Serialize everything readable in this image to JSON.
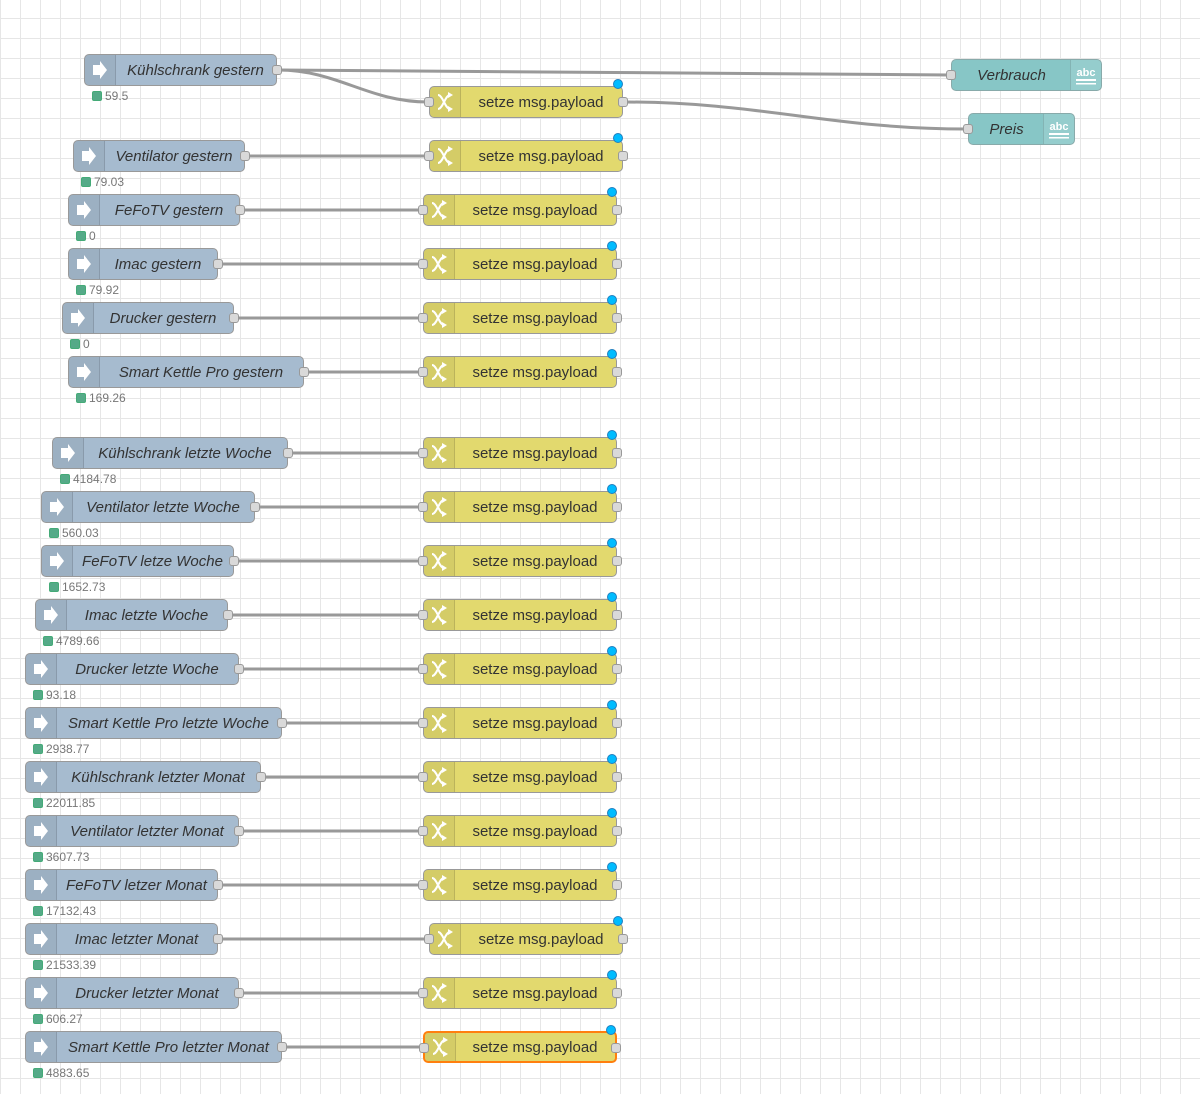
{
  "change_label": "setze msg.payload",
  "inject_icon": "arrow-right-icon",
  "change_icon": "shuffle-icon",
  "debug_icon": "abc-text-icon",
  "status_color": "#55aa88",
  "changed_indicator_color": "#00bcff",
  "debug_nodes": [
    {
      "label": "Verbrauch"
    },
    {
      "label": "Preis"
    }
  ],
  "flows": [
    {
      "inject": "Kühlschrank gestern",
      "status": "59.5"
    },
    {
      "inject": "Ventilator gestern",
      "status": "79.03"
    },
    {
      "inject": "FeFoTV gestern",
      "status": "0"
    },
    {
      "inject": "Imac gestern",
      "status": "79.92"
    },
    {
      "inject": "Drucker gestern",
      "status": "0"
    },
    {
      "inject": "Smart Kettle Pro gestern",
      "status": "169.26"
    },
    {
      "inject": "Kühlschrank letzte Woche",
      "status": "4184.78"
    },
    {
      "inject": "Ventilator letzte Woche",
      "status": "560.03"
    },
    {
      "inject": "FeFoTV letze Woche",
      "status": "1652.73"
    },
    {
      "inject": "Imac letzte Woche",
      "status": "4789.66"
    },
    {
      "inject": "Drucker letzte Woche",
      "status": "93.18"
    },
    {
      "inject": "Smart Kettle Pro letzte Woche",
      "status": "2938.77"
    },
    {
      "inject": "Kühlschrank letzter Monat",
      "status": "22011.85"
    },
    {
      "inject": "Ventilator letzter Monat",
      "status": "3607.73"
    },
    {
      "inject": "FeFoTV letzer Monat",
      "status": "17132.43"
    },
    {
      "inject": "Imac letzter Monat",
      "status": "21533.39"
    },
    {
      "inject": "Drucker letzter Monat",
      "status": "606.27"
    },
    {
      "inject": "Smart Kettle Pro letzter Monat",
      "status": "4883.65",
      "selected_change": true
    }
  ]
}
